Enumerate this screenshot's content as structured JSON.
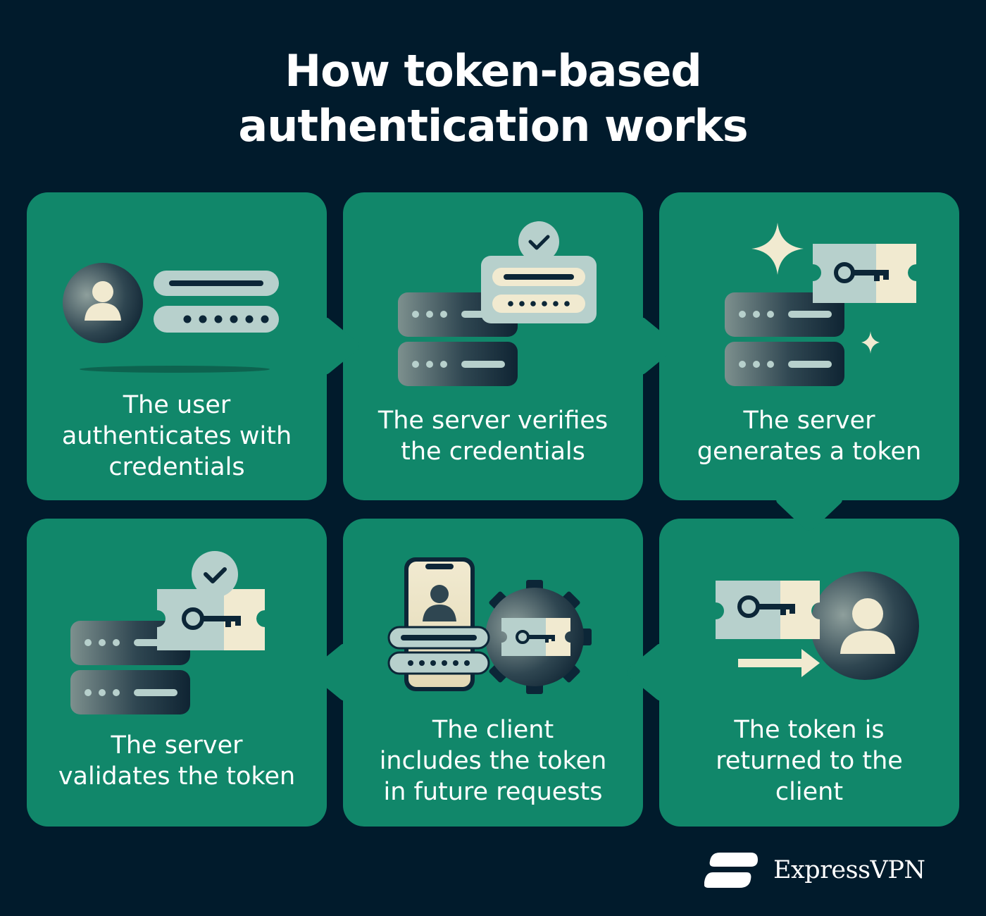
{
  "title": {
    "line1": "How token-based",
    "line2": "authentication works"
  },
  "steps": [
    {
      "lines": [
        "The user",
        "authenticates with",
        "credentials"
      ]
    },
    {
      "lines": [
        "The server verifies",
        "the credentials"
      ]
    },
    {
      "lines": [
        "The server",
        "generates a token"
      ]
    },
    {
      "lines": [
        "The server",
        "validates the token"
      ]
    },
    {
      "lines": [
        "The client",
        "includes the token",
        "in future requests"
      ]
    },
    {
      "lines": [
        "The token is",
        "returned to the",
        "client"
      ]
    }
  ],
  "brand": {
    "name": "ExpressVPN"
  },
  "colors": {
    "background": "#011b2c",
    "card": "#11876a",
    "cream": "#f1ead0",
    "pale_teal": "#b7d0cc",
    "dark_navy": "#0c2637",
    "text": "#ffffff"
  },
  "icons": [
    "user-avatar-icon",
    "password-field-icon",
    "server-stack-icon",
    "checkmark-badge-icon",
    "token-key-icon",
    "sparkle-icon",
    "smartphone-icon",
    "gear-icon",
    "arrow-right-icon",
    "expressvpn-logo"
  ]
}
